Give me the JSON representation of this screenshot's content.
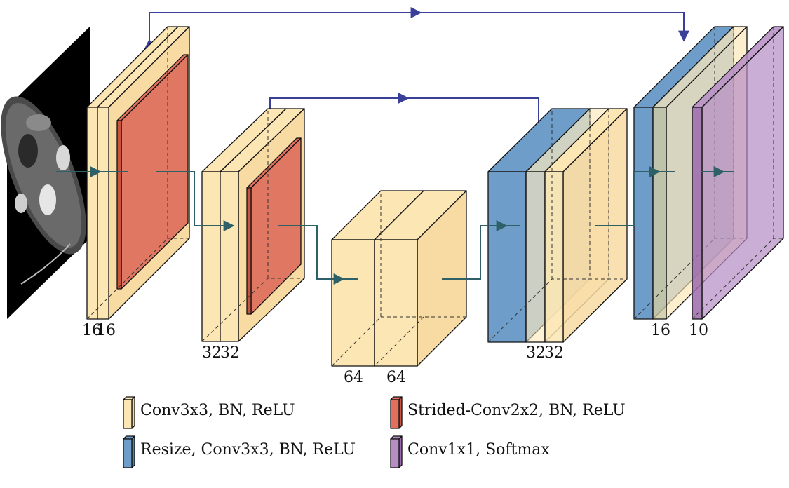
{
  "layer_labels": {
    "enc1_a": "16",
    "enc1_b": "16",
    "enc2_a": "32",
    "enc2_b": "32",
    "bott_a": "64",
    "bott_b": "64",
    "dec2_a": "32",
    "dec2_b": "32",
    "dec1": "16",
    "out": "10"
  },
  "legend": [
    {
      "key": "conv",
      "label": "Conv3x3, BN, ReLU",
      "color": "#fce6b4"
    },
    {
      "key": "strided",
      "label": "Strided-Conv2x2, BN, ReLU",
      "color": "#e2705c"
    },
    {
      "key": "resize",
      "label": "Resize, Conv3x3, BN, ReLU",
      "color": "#6e9dc9"
    },
    {
      "key": "softmax",
      "label": "Conv1x1, Softmax",
      "color": "#b58cc4"
    }
  ],
  "colors": {
    "conv": "#fce6b4",
    "strided": "#e2705c",
    "resize": "#6e9dc9",
    "softmax": "#b58cc4",
    "skip": "#3a3f9a",
    "flow": "#2e6068"
  }
}
